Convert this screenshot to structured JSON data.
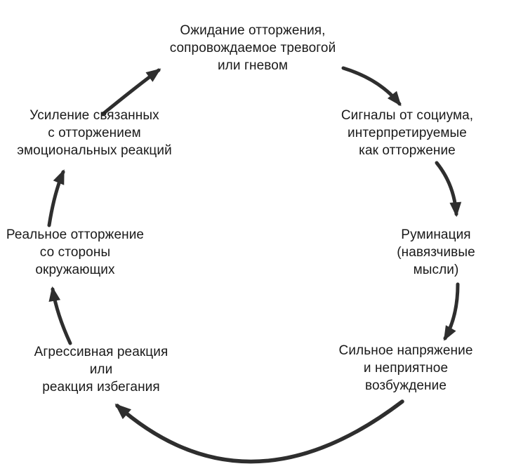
{
  "diagram": {
    "kind": "cycle",
    "nodes": [
      {
        "id": "expectation",
        "text": "Ожидание отторжения,\nсопровождаемое тревогой\nили гневом"
      },
      {
        "id": "signals",
        "text": "Сигналы от социума,\nинтерпретируемые\nкак отторжение"
      },
      {
        "id": "rumination",
        "text": "Руминация\n(навязчивые\nмысли)"
      },
      {
        "id": "tension",
        "text": "Сильное напряжение\nи неприятное\nвозбуждение"
      },
      {
        "id": "reaction",
        "text": "Агрессивная реакция\nили\nреакция избегания"
      },
      {
        "id": "real",
        "text": "Реальное отторжение\nсо стороны\nокружающих"
      },
      {
        "id": "amplification",
        "text": "Усиление связанных\nс отторжением\nэмоциональных реакций"
      }
    ],
    "flow_order": [
      "expectation",
      "signals",
      "rumination",
      "tension",
      "reaction",
      "real",
      "amplification",
      "expectation"
    ],
    "colors": {
      "background": "#ffffff",
      "text": "#1a1a1a",
      "arrow": "#2e2e2e"
    }
  }
}
